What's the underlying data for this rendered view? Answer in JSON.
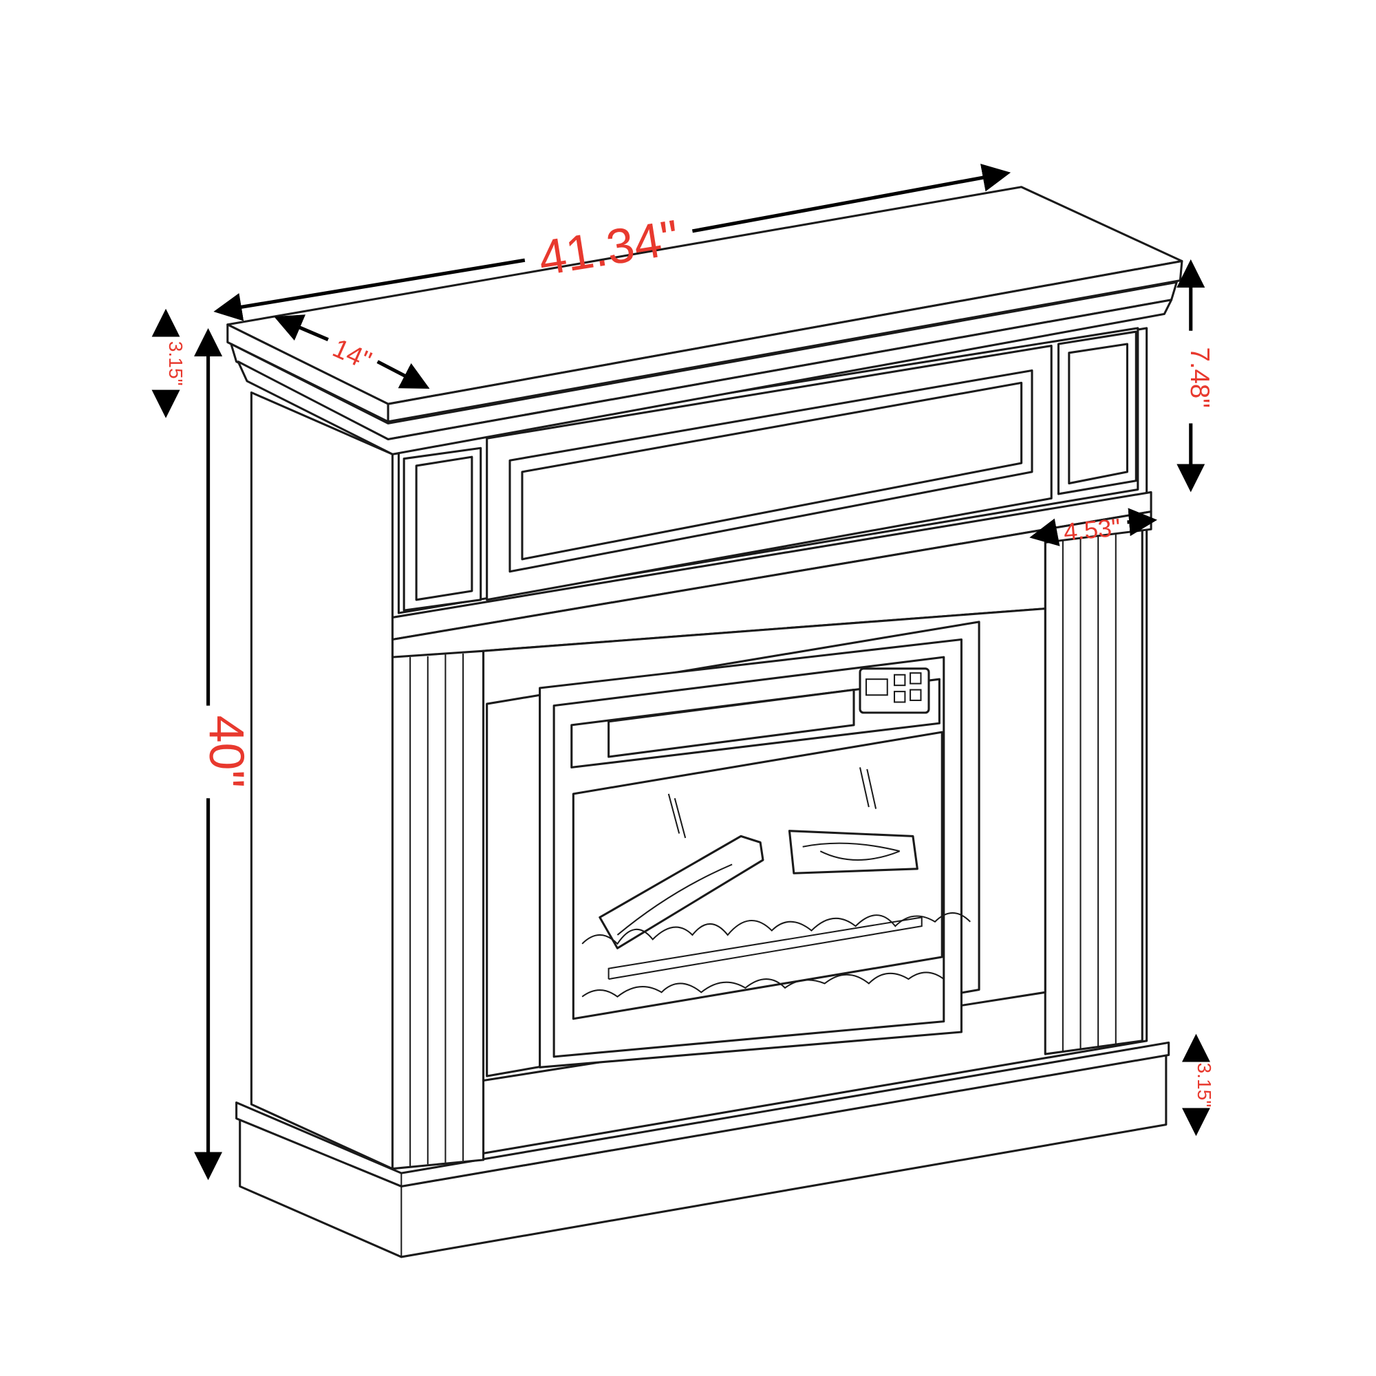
{
  "colors": {
    "dimension_text": "#e8392e",
    "line": "#1a1a1a",
    "background": "#ffffff"
  },
  "dimensions": {
    "width": "41.34\"",
    "depth": "14\"",
    "top_thickness": "3.15\"",
    "height": "40\"",
    "frieze_height": "7.48\"",
    "pilaster_width": "4.53\"",
    "base_height": "3.15\""
  }
}
